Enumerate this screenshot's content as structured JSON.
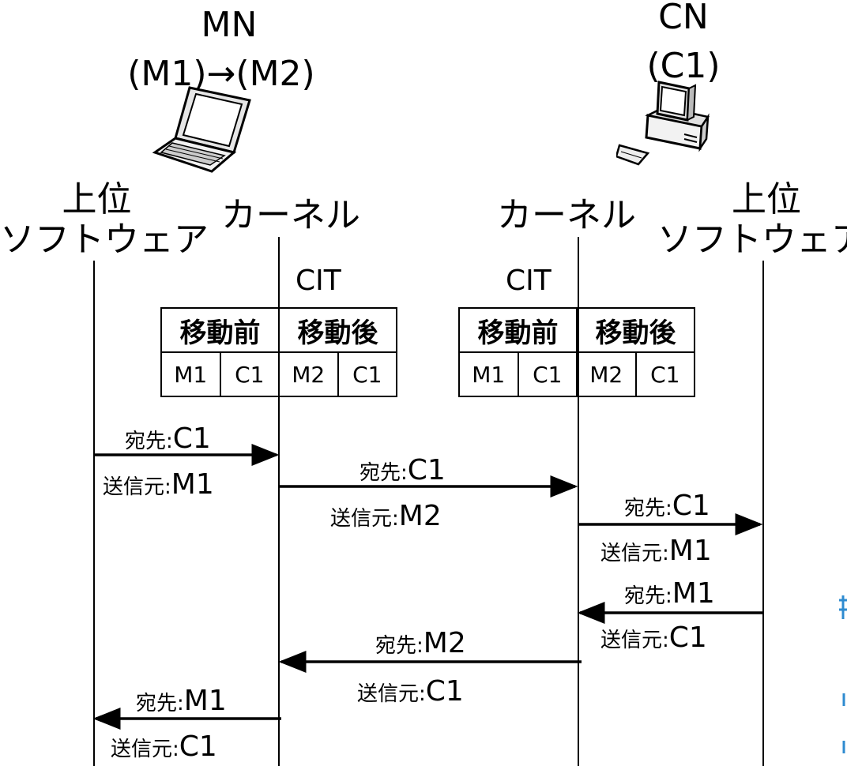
{
  "mn": {
    "title": "MN",
    "addresses": "(M1)→(M2)",
    "icon": "laptop-icon",
    "upper_software": [
      "上位",
      "ソフトウェア"
    ],
    "kernel": "カーネル",
    "cit_label": "CIT",
    "table": {
      "headers": [
        "移動前",
        "移動後"
      ],
      "values": [
        "M1",
        "C1",
        "M2",
        "C1"
      ]
    }
  },
  "cn": {
    "title": "CN",
    "addresses": "(C1)",
    "icon": "desktop-computer-icon",
    "upper_software": [
      "上位",
      "ソフトウェア"
    ],
    "kernel": "カーネル",
    "cit_label": "CIT",
    "table": {
      "headers": [
        "移動前",
        "移動後"
      ],
      "values": [
        "M1",
        "C1",
        "M2",
        "C1"
      ]
    }
  },
  "messages": [
    {
      "dst_prefix": "宛先:",
      "dst": "C1",
      "src_prefix": "送信元:",
      "src": "M1"
    },
    {
      "dst_prefix": "宛先:",
      "dst": "C1",
      "src_prefix": "送信元:",
      "src": "M2"
    },
    {
      "dst_prefix": "宛先:",
      "dst": "C1",
      "src_prefix": "送信元:",
      "src": "M1"
    },
    {
      "dst_prefix": "宛先:",
      "dst": "M1",
      "src_prefix": "送信元:",
      "src": "C1"
    },
    {
      "dst_prefix": "宛先:",
      "dst": "M2",
      "src_prefix": "送信元:",
      "src": "C1"
    },
    {
      "dst_prefix": "宛先:",
      "dst": "M1",
      "src_prefix": "送信元:",
      "src": "C1"
    }
  ]
}
